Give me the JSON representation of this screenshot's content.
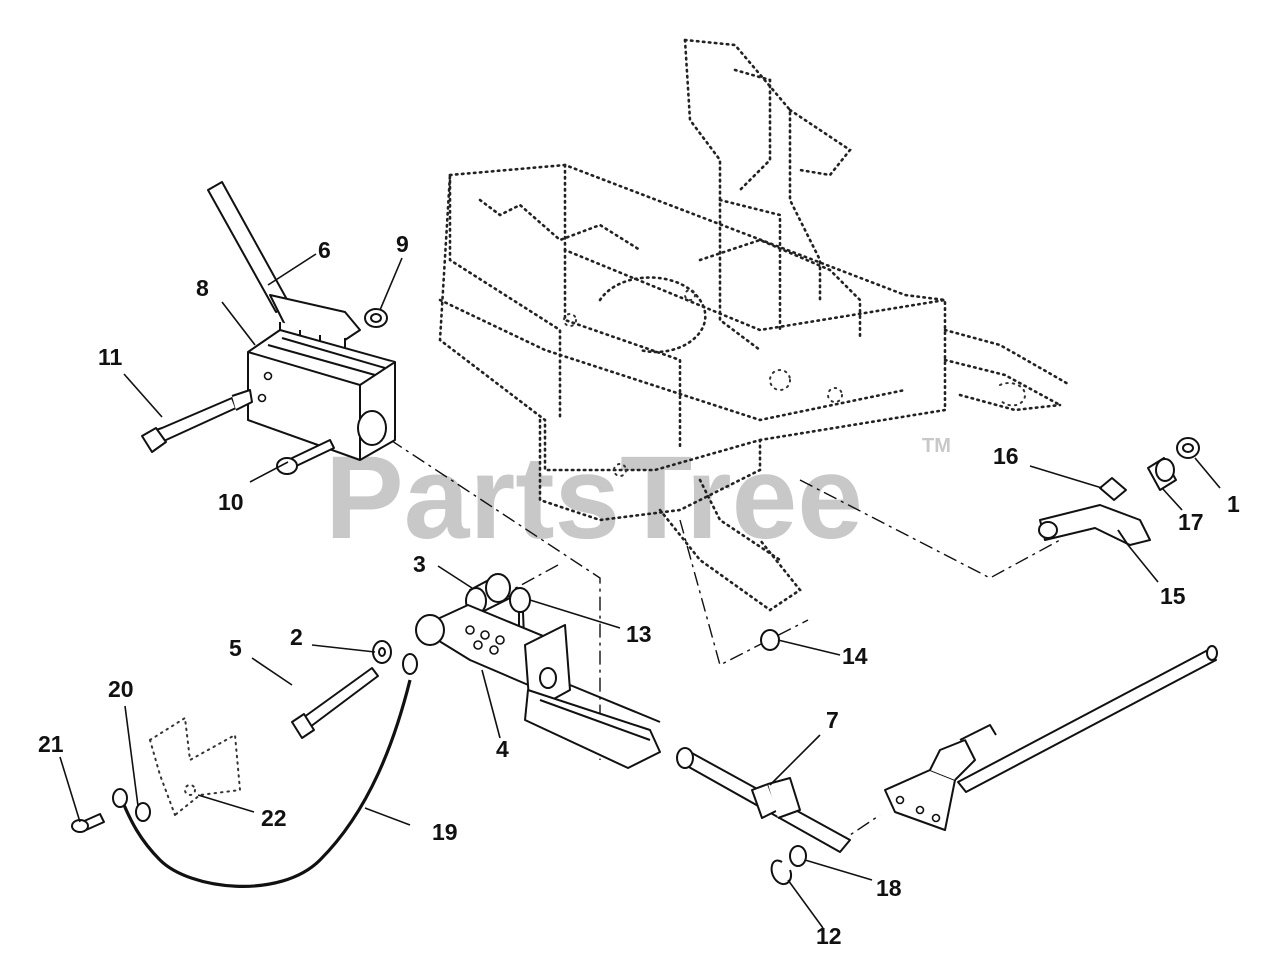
{
  "watermark": {
    "text": "PartsTree",
    "trademark": "TM"
  },
  "callouts": [
    {
      "id": "1",
      "text": "1"
    },
    {
      "id": "2",
      "text": "2"
    },
    {
      "id": "3",
      "text": "3"
    },
    {
      "id": "4",
      "text": "4"
    },
    {
      "id": "5",
      "text": "5"
    },
    {
      "id": "6",
      "text": "6"
    },
    {
      "id": "7",
      "text": "7"
    },
    {
      "id": "8",
      "text": "8"
    },
    {
      "id": "9",
      "text": "9"
    },
    {
      "id": "10",
      "text": "10"
    },
    {
      "id": "11",
      "text": "11"
    },
    {
      "id": "12",
      "text": "12"
    },
    {
      "id": "13",
      "text": "13"
    },
    {
      "id": "14",
      "text": "14"
    },
    {
      "id": "15",
      "text": "15"
    },
    {
      "id": "16",
      "text": "16"
    },
    {
      "id": "17",
      "text": "17"
    },
    {
      "id": "18",
      "text": "18"
    },
    {
      "id": "19",
      "text": "19"
    },
    {
      "id": "20",
      "text": "20"
    },
    {
      "id": "21",
      "text": "21"
    },
    {
      "id": "22",
      "text": "22"
    }
  ]
}
